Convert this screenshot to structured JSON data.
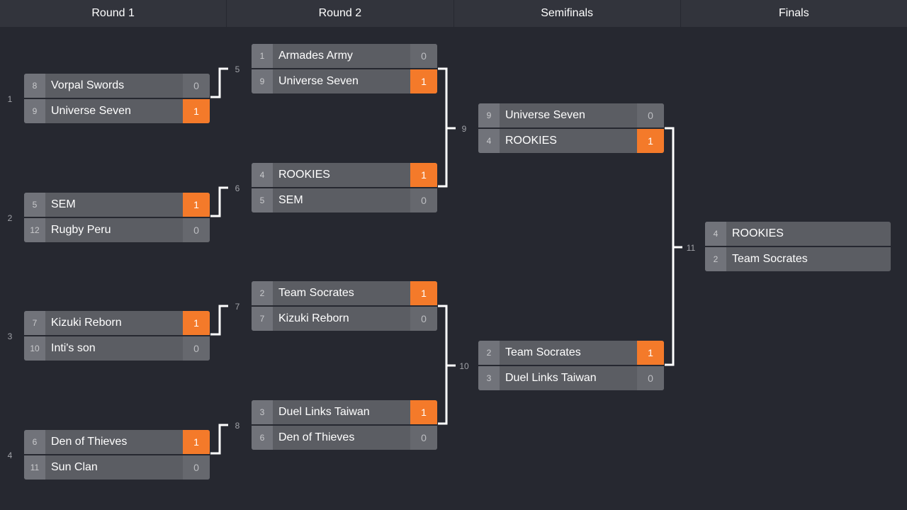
{
  "header": {
    "rounds": [
      "Round 1",
      "Round 2",
      "Semifinals",
      "Finals"
    ]
  },
  "match_numbers": {
    "r1": [
      "1",
      "2",
      "3",
      "4"
    ],
    "r2": [
      "5",
      "6",
      "7",
      "8"
    ],
    "semi": [
      "9",
      "10"
    ],
    "final": [
      "11"
    ]
  },
  "matches": {
    "r1": [
      {
        "top": {
          "seed": "8",
          "team": "Vorpal Swords",
          "score": "0"
        },
        "bottom": {
          "seed": "9",
          "team": "Universe Seven",
          "score": "1"
        }
      },
      {
        "top": {
          "seed": "5",
          "team": "SEM",
          "score": "1"
        },
        "bottom": {
          "seed": "12",
          "team": "Rugby Peru",
          "score": "0"
        }
      },
      {
        "top": {
          "seed": "7",
          "team": "Kizuki Reborn",
          "score": "1"
        },
        "bottom": {
          "seed": "10",
          "team": "Inti's son",
          "score": "0"
        }
      },
      {
        "top": {
          "seed": "6",
          "team": "Den of Thieves",
          "score": "1"
        },
        "bottom": {
          "seed": "11",
          "team": "Sun Clan",
          "score": "0"
        }
      }
    ],
    "r2": [
      {
        "top": {
          "seed": "1",
          "team": "Armades Army",
          "score": "0"
        },
        "bottom": {
          "seed": "9",
          "team": "Universe Seven",
          "score": "1"
        }
      },
      {
        "top": {
          "seed": "4",
          "team": "ROOKIES",
          "score": "1"
        },
        "bottom": {
          "seed": "5",
          "team": "SEM",
          "score": "0"
        }
      },
      {
        "top": {
          "seed": "2",
          "team": "Team Socrates",
          "score": "1"
        },
        "bottom": {
          "seed": "7",
          "team": "Kizuki Reborn",
          "score": "0"
        }
      },
      {
        "top": {
          "seed": "3",
          "team": "Duel Links Taiwan",
          "score": "1"
        },
        "bottom": {
          "seed": "6",
          "team": "Den of Thieves",
          "score": "0"
        }
      }
    ],
    "semi": [
      {
        "top": {
          "seed": "9",
          "team": "Universe Seven",
          "score": "0"
        },
        "bottom": {
          "seed": "4",
          "team": "ROOKIES",
          "score": "1"
        }
      },
      {
        "top": {
          "seed": "2",
          "team": "Team Socrates",
          "score": "1"
        },
        "bottom": {
          "seed": "3",
          "team": "Duel Links Taiwan",
          "score": "0"
        }
      }
    ],
    "final": [
      {
        "top": {
          "seed": "4",
          "team": "ROOKIES",
          "score": ""
        },
        "bottom": {
          "seed": "2",
          "team": "Team Socrates",
          "score": ""
        }
      }
    ]
  },
  "colors": {
    "background": "#262830",
    "header": "#32343c",
    "row": "#5b5d63",
    "seed": "#71737a",
    "win": "#f47a2a",
    "connector": "#ffffff"
  }
}
